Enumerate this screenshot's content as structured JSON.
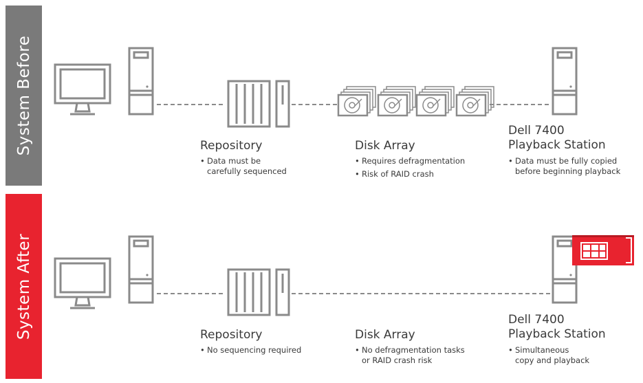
{
  "rows": {
    "before": {
      "title": "System Before",
      "repository": {
        "title": "Repository",
        "bullets": [
          [
            "Data must be",
            "carefully sequenced"
          ]
        ]
      },
      "disk_array": {
        "title": "Disk Array",
        "bullets": [
          [
            "Requires defragmentation"
          ],
          [
            "Risk of RAID crash"
          ]
        ]
      },
      "playback": {
        "title_line1": "Dell 7400",
        "title_line2": "Playback Station",
        "bullets": [
          [
            "Data must be fully copied",
            "before beginning playback"
          ]
        ]
      }
    },
    "after": {
      "title": "System After",
      "repository": {
        "title": "Repository",
        "bullets": [
          [
            "No sequencing required"
          ]
        ]
      },
      "disk_array": {
        "title": "Disk Array",
        "bullets": [
          [
            "No defragmentation tasks",
            "or RAID crash risk"
          ]
        ]
      },
      "playback": {
        "title_line1": "Dell 7400",
        "title_line2": "Playback Station",
        "bullets": [
          [
            "Simultaneous",
            "copy and playback"
          ]
        ]
      }
    }
  },
  "bullet_glyph": "•",
  "colors": {
    "before_band": "#7a7a7a",
    "after_band": "#e8232f",
    "icon_stroke": "#8a8a8a",
    "card_accent": "#e8232f",
    "text": "#3a3a3a"
  },
  "icons": {
    "monitor": "desktop-monitor-icon",
    "tower": "tower-pc-icon",
    "repository": "storage-rack-icon",
    "disk": "hard-disk-icon",
    "card": "pcie-card-icon"
  }
}
